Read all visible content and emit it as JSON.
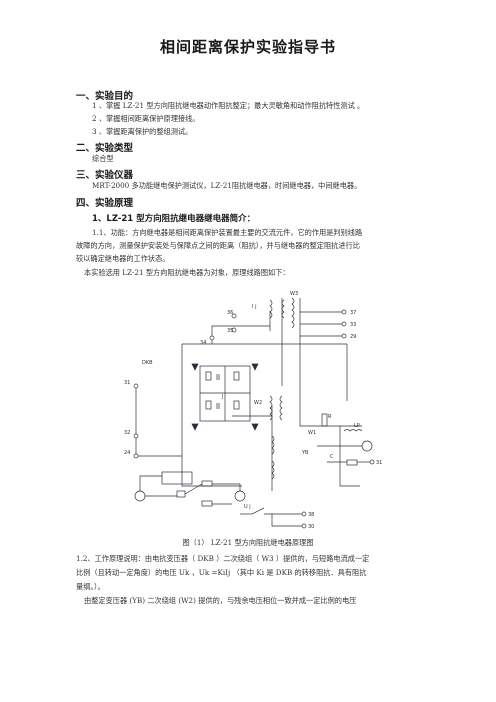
{
  "title": "相间距离保护实验指导书",
  "s1": {
    "heading": "一、实验目的",
    "items": [
      "1 、掌握 LZ-21 型方向阻抗继电器动作阻抗整定；最大灵敏角和动作阻抗特性测试 。",
      "2 、掌握相间距离保护原理接线。",
      "3 、掌握距离保护的整组测试。"
    ]
  },
  "s2": {
    "heading": "二、实验类型",
    "text": "综合型"
  },
  "s3": {
    "heading": "三、实验仪器",
    "text": "MRT-2000 多功能继电保护测试仪，LZ-21阻抗继电器，时间继电器，中间继电器。"
  },
  "s4": {
    "heading": "四、实验原理",
    "sub": "1、LZ-21 型方向阻抗继电器继电器简介：",
    "p1": [
      "1.1、功能：方向继电器是相间距离保护装置最主要的交流元件，它的作用是判别线路",
      "故障的方向，测量保护安装处与保障点之间的距离（阻抗），并与继电器的整定阻抗进行比",
      "较以确定继电器的工作状态。"
    ],
    "p2": "本实验选用 LZ-21 型方向阻抗继电器为对象，原理线路图如下："
  },
  "figure": {
    "caption": "图（1） LZ-21 型方向阻抗继电器原理图",
    "labels": {
      "dkb": "DKB",
      "yb": "YB",
      "jz": "J",
      "w3": "W3",
      "w2": "W2",
      "w1": "W1",
      "lp": "LP",
      "r": "R",
      "c": "C",
      "n36": "36",
      "n37": "37",
      "n33": "33",
      "n29": "29",
      "n34": "34",
      "n35": "35",
      "n31": "31",
      "n32": "32",
      "n24": "24",
      "n38": "38",
      "n30": "30",
      "n31b": "31",
      "ij": "I j",
      "uj": "U j"
    }
  },
  "p3": [
    "1.2、工作原理说明：由电抗变压器（ DKB ）二次绕组（ W3 ）提供的，与短路电流成一定",
    "比例（且转动一定角度）的电压 Uk ，Uk =KiIj （其中 Ki 是 DKB 的转移阻抗．具有阻抗",
    "量纲。）。",
    "由整定变压器 (YB) 二次绕组 (W2) 提供的，与残余电压相位一致并成一定比例的电压"
  ]
}
